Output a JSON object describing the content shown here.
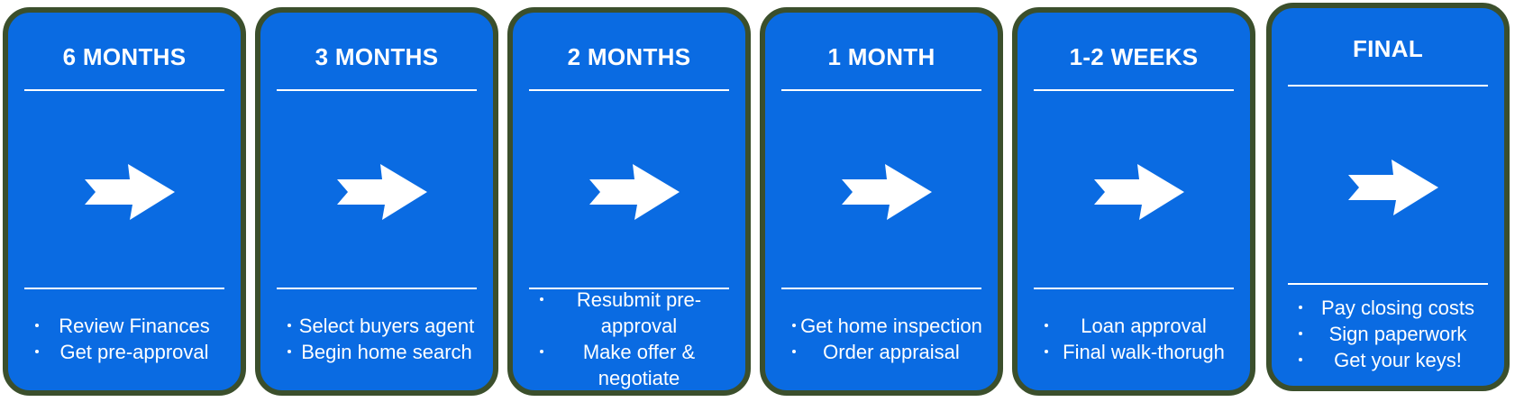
{
  "cards": [
    {
      "title": "6 MONTHS",
      "items": [
        "Review Finances",
        "Get pre-approval"
      ]
    },
    {
      "title": "3 MONTHS",
      "items": [
        "Select buyers agent",
        "Begin home search"
      ]
    },
    {
      "title": "2 MONTHS",
      "items": [
        "Resubmit pre-approval",
        "Make offer & negotiate"
      ]
    },
    {
      "title": "1 MONTH",
      "items": [
        "Get home inspection",
        "Order appraisal"
      ]
    },
    {
      "title": "1-2 WEEKS",
      "items": [
        "Loan approval",
        "Final walk-thorugh"
      ]
    },
    {
      "title": "FINAL",
      "items": [
        "Pay closing costs",
        "Sign paperwork",
        "Get your keys!"
      ]
    }
  ],
  "colors": {
    "card_fill": "#0a6be2",
    "card_border": "#3b4f2c",
    "text": "#ffffff"
  },
  "icons": {
    "step_arrow": "right-arrow-icon"
  }
}
